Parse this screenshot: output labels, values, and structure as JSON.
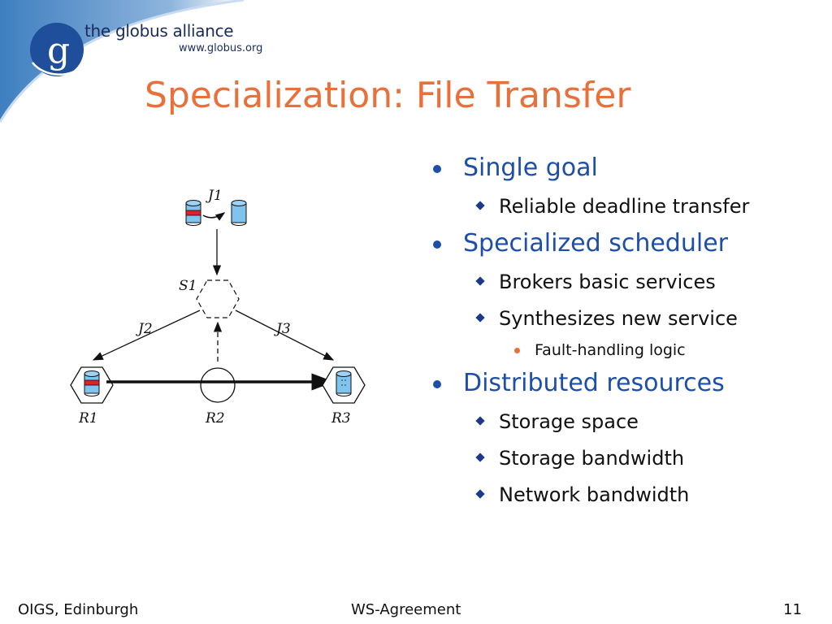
{
  "brand": {
    "name": "the globus alliance",
    "url": "www.globus.org",
    "logo_letter": "g"
  },
  "title": "Specialization: File Transfer",
  "diagram": {
    "labels": {
      "j1": "J1",
      "s1": "S1",
      "j2": "J2",
      "j3": "J3",
      "r1": "R1",
      "r2": "R2",
      "r3": "R3"
    }
  },
  "bullets": [
    {
      "level": 1,
      "text": "Single goal"
    },
    {
      "level": 2,
      "text": "Reliable deadline transfer"
    },
    {
      "level": 1,
      "text": "Specialized scheduler"
    },
    {
      "level": 2,
      "text": "Brokers basic services"
    },
    {
      "level": 2,
      "text": "Synthesizes new service"
    },
    {
      "level": 3,
      "text": "Fault-handling logic"
    },
    {
      "level": 1,
      "text": "Distributed resources"
    },
    {
      "level": 2,
      "text": "Storage space"
    },
    {
      "level": 2,
      "text": "Storage bandwidth"
    },
    {
      "level": 2,
      "text": "Network bandwidth"
    }
  ],
  "footer": {
    "left": "OIGS, Edinburgh",
    "center": "WS-Agreement",
    "right": "11"
  },
  "colors": {
    "title": "#e8703a",
    "bullet_l1": "#1d4fa8",
    "header_blue": "#3e7fc0",
    "disk_fill": "#7fc3ef",
    "disk_band": "#e0202a"
  }
}
